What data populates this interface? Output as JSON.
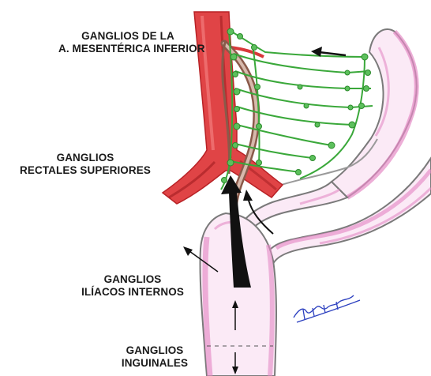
{
  "labels": {
    "mesenteric": {
      "line1": "GANGLIOS DE LA",
      "line2": "A. MESENTÉRICA INFERIOR"
    },
    "rectal": {
      "line1": "GANGLIOS",
      "line2": "RECTALES SUPERIORES"
    },
    "iliac": {
      "line1": "GANGLIOS",
      "line2": "ILÍACOS INTERNOS"
    },
    "inguinal": {
      "line1": "GANGLIOS",
      "line2": "INGUINALES"
    }
  },
  "signature": "signature-scribble",
  "colors": {
    "artery_red": "#d9383a",
    "artery_dark": "#b82226",
    "vein_brown": "#8a5a4a",
    "lymph_green": "#3aa83a",
    "node_green": "#5cc05c",
    "colon_pink": "#e58bc6",
    "colon_fill": "#fbeaf6",
    "outline_gray": "#7a7a7a",
    "arrow_black": "#111111",
    "signature_blue": "#2b3fbf"
  }
}
